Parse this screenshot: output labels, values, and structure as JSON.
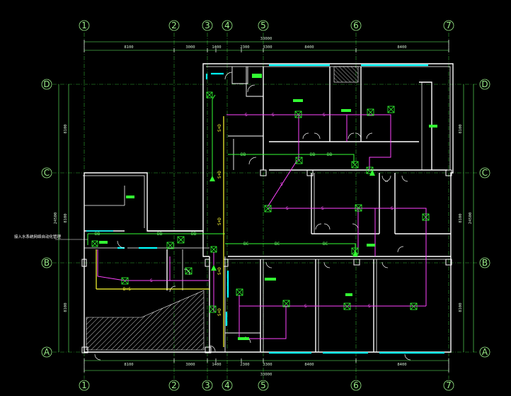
{
  "grid": {
    "columns": [
      "1",
      "2",
      "3",
      "4",
      "5",
      "6",
      "7"
    ],
    "rows": [
      "D",
      "C",
      "B",
      "A"
    ]
  },
  "dimensions": {
    "top_total": "33000",
    "top_segments": [
      "8100",
      "3000",
      "1400",
      "2300",
      "3300",
      "8400",
      "8400"
    ],
    "bottom_total": "33000",
    "bottom_segments": [
      "8100",
      "3000",
      "1400",
      "2300",
      "3300",
      "8400",
      "8400"
    ],
    "left_total": "24500",
    "left_segments": [
      "8100",
      "8100",
      "8100"
    ],
    "right_total": "24500",
    "right_segments": [
      "8100",
      "8100",
      "8100"
    ]
  },
  "annotations": {
    "entry_note": "接入水系统网络自动化管理"
  },
  "pipe_tags": {
    "s": "S",
    "db": "DB",
    "bc": "BC",
    "sd": "S+D",
    "ds": "D+S"
  },
  "colors": {
    "background": "#000000",
    "wall": "#ffffff",
    "window": "#00ffff",
    "axis": "#66ff66",
    "pipe_s": "#ff55ff",
    "pipe_d": "#ffff33",
    "device": "#33ff33"
  }
}
